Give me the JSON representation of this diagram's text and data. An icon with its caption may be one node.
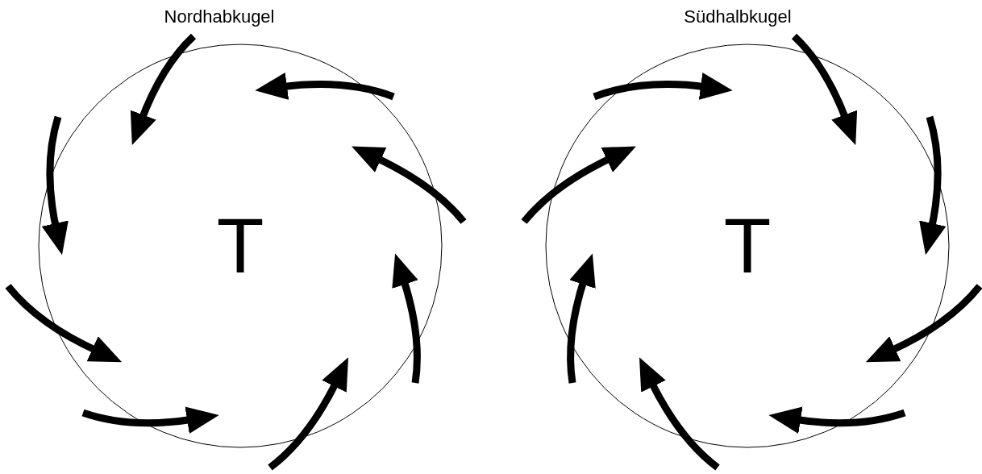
{
  "diagram": {
    "nodes": [
      {
        "text": [
          "Nordhabkugel",
          "T"
        ]
      },
      {
        "text": [
          "Südhalbkugel",
          "T"
        ]
      }
    ]
  }
}
